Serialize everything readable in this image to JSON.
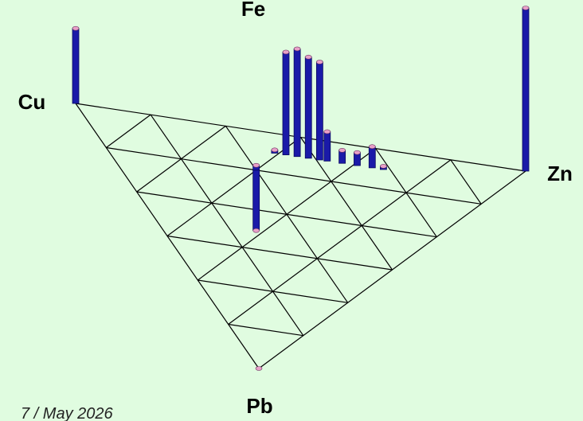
{
  "chart_data": {
    "type": "ternary-3d-bar",
    "title": "",
    "corners": {
      "top": "Fe",
      "left": "Cu",
      "right": "Zn",
      "bottom": "Pb"
    },
    "grid_divisions": 6,
    "bars": [
      {
        "row": 0,
        "col": 0,
        "h": 0.46
      },
      {
        "row": 0,
        "col": 6,
        "h": 1.0
      },
      {
        "row": 6,
        "col": 0,
        "h": 0.0
      },
      {
        "row": 1,
        "col": 2,
        "h": -0.37
      },
      {
        "row": 1,
        "col": 2,
        "h": 0.03
      },
      {
        "row": 0.5,
        "col": 2.6,
        "h": 0.63
      },
      {
        "row": 0.5,
        "col": 2.75,
        "h": 0.66
      },
      {
        "row": 0.5,
        "col": 2.9,
        "h": 0.62
      },
      {
        "row": 0.5,
        "col": 3.05,
        "h": 0.6
      },
      {
        "row": 0.5,
        "col": 3.15,
        "h": 0.18
      },
      {
        "row": 0.5,
        "col": 3.35,
        "h": 0.08
      },
      {
        "row": 0.5,
        "col": 3.55,
        "h": 0.08
      },
      {
        "row": 0.5,
        "col": 3.75,
        "h": 0.13
      },
      {
        "row": 0.5,
        "col": 2.45,
        "h": 0.02
      },
      {
        "row": 0.5,
        "col": 3.9,
        "h": 0.02
      }
    ],
    "bar_color": "#1a1aa8",
    "bar_cap_color": "#e8a0c8",
    "grid_color": "#000000",
    "background": "#e0fce0"
  },
  "footer": {
    "text": "7 / May 2026"
  }
}
